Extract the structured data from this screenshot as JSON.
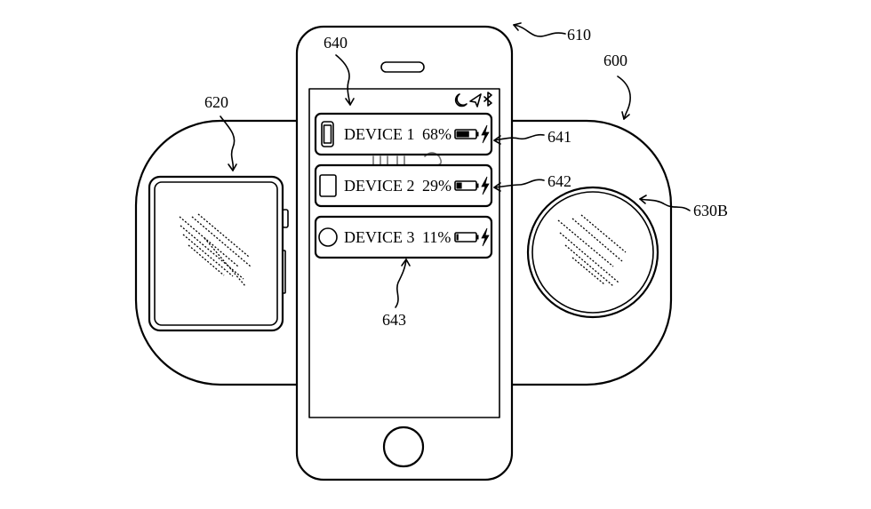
{
  "references": {
    "phone": "610",
    "charger": "600",
    "watch": "620",
    "earbuds_case": "630B",
    "screen": "640",
    "row1": "641",
    "row2": "642",
    "row3": "643"
  },
  "devices": [
    {
      "name": "DEVICE 1",
      "battery": "68%",
      "battery_level": 0.68,
      "charging": true,
      "icon": "phone-outline-icon"
    },
    {
      "name": "DEVICE 2",
      "battery": "29%",
      "battery_level": 0.29,
      "charging": true,
      "icon": "tablet-outline-icon"
    },
    {
      "name": "DEVICE 3",
      "battery": "11%",
      "battery_level": 0.11,
      "charging": true,
      "icon": "circle-outline-icon"
    }
  ],
  "status_bar_icons": [
    "moon-icon",
    "location-arrow-icon",
    "bluetooth-icon"
  ],
  "colors": {
    "line": "#000000",
    "background": "#ffffff"
  }
}
